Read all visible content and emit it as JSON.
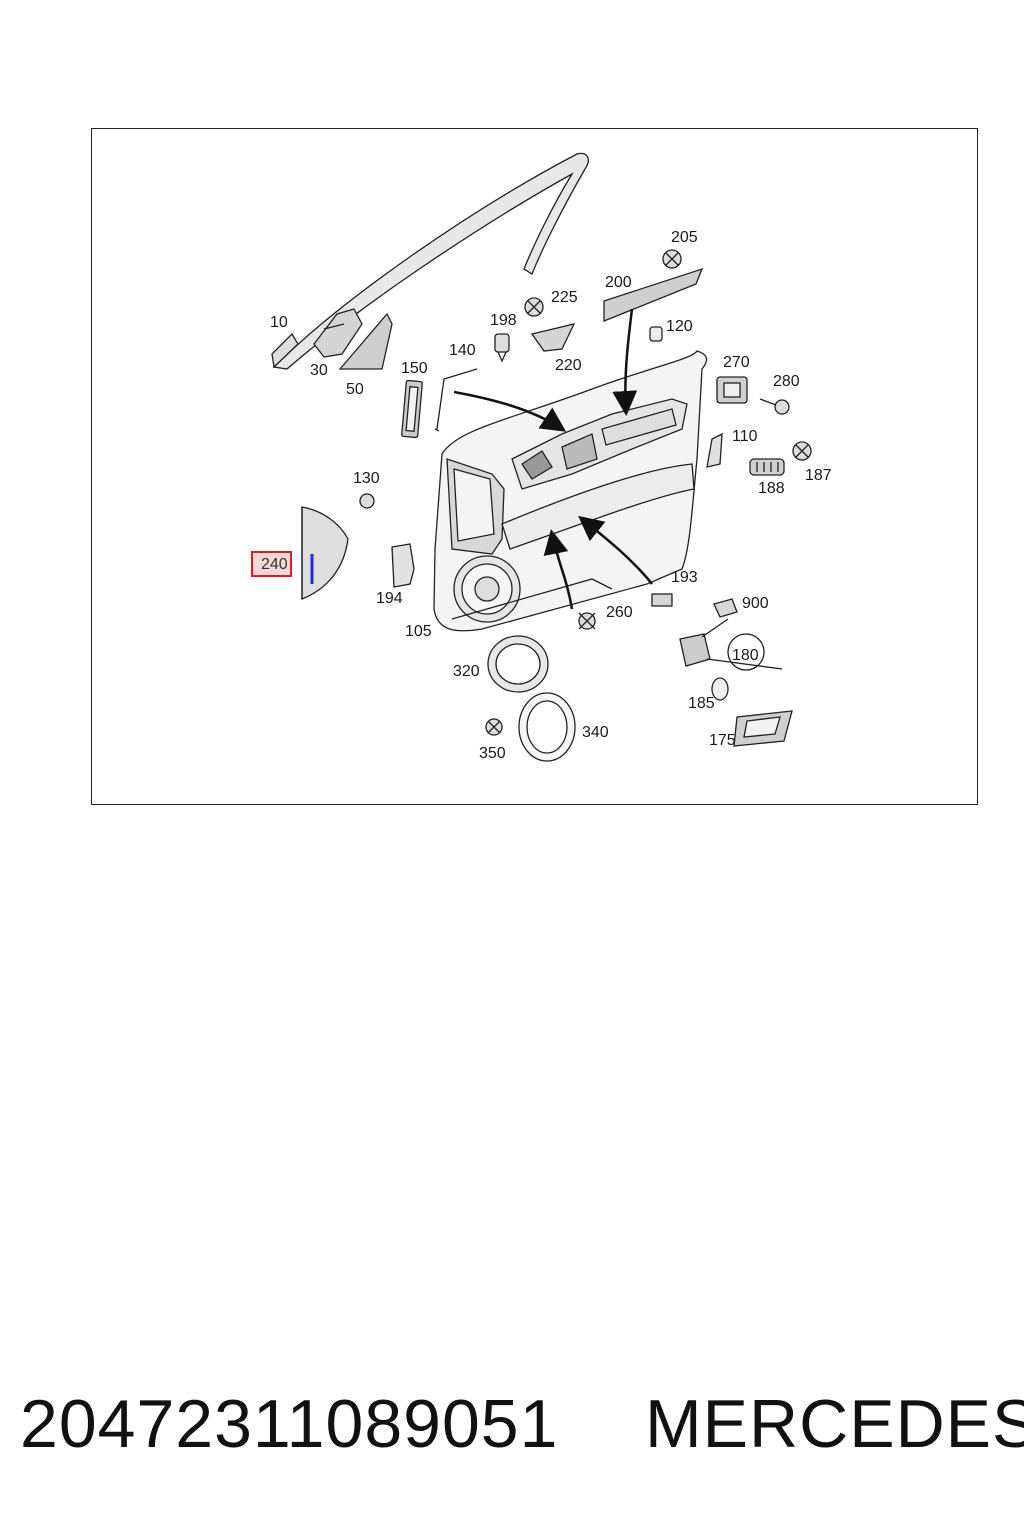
{
  "diagram": {
    "highlighted_part": "240",
    "callouts": [
      {
        "id": "10",
        "label": "10"
      },
      {
        "id": "30",
        "label": "30"
      },
      {
        "id": "50",
        "label": "50"
      },
      {
        "id": "140",
        "label": "140"
      },
      {
        "id": "150",
        "label": "150"
      },
      {
        "id": "198",
        "label": "198"
      },
      {
        "id": "225",
        "label": "225"
      },
      {
        "id": "220",
        "label": "220"
      },
      {
        "id": "200",
        "label": "200"
      },
      {
        "id": "205",
        "label": "205"
      },
      {
        "id": "120",
        "label": "120"
      },
      {
        "id": "270",
        "label": "270"
      },
      {
        "id": "280",
        "label": "280"
      },
      {
        "id": "110",
        "label": "110"
      },
      {
        "id": "187",
        "label": "187"
      },
      {
        "id": "188",
        "label": "188"
      },
      {
        "id": "130",
        "label": "130"
      },
      {
        "id": "240",
        "label": "240"
      },
      {
        "id": "194",
        "label": "194"
      },
      {
        "id": "105",
        "label": "105"
      },
      {
        "id": "193",
        "label": "193"
      },
      {
        "id": "260",
        "label": "260"
      },
      {
        "id": "900",
        "label": "900"
      },
      {
        "id": "180",
        "label": "180"
      },
      {
        "id": "185",
        "label": "185"
      },
      {
        "id": "175",
        "label": "175"
      },
      {
        "id": "320",
        "label": "320"
      },
      {
        "id": "340",
        "label": "340"
      },
      {
        "id": "350",
        "label": "350"
      }
    ]
  },
  "footer": {
    "part_number": "20472311089051",
    "brand": "MERCEDES"
  }
}
